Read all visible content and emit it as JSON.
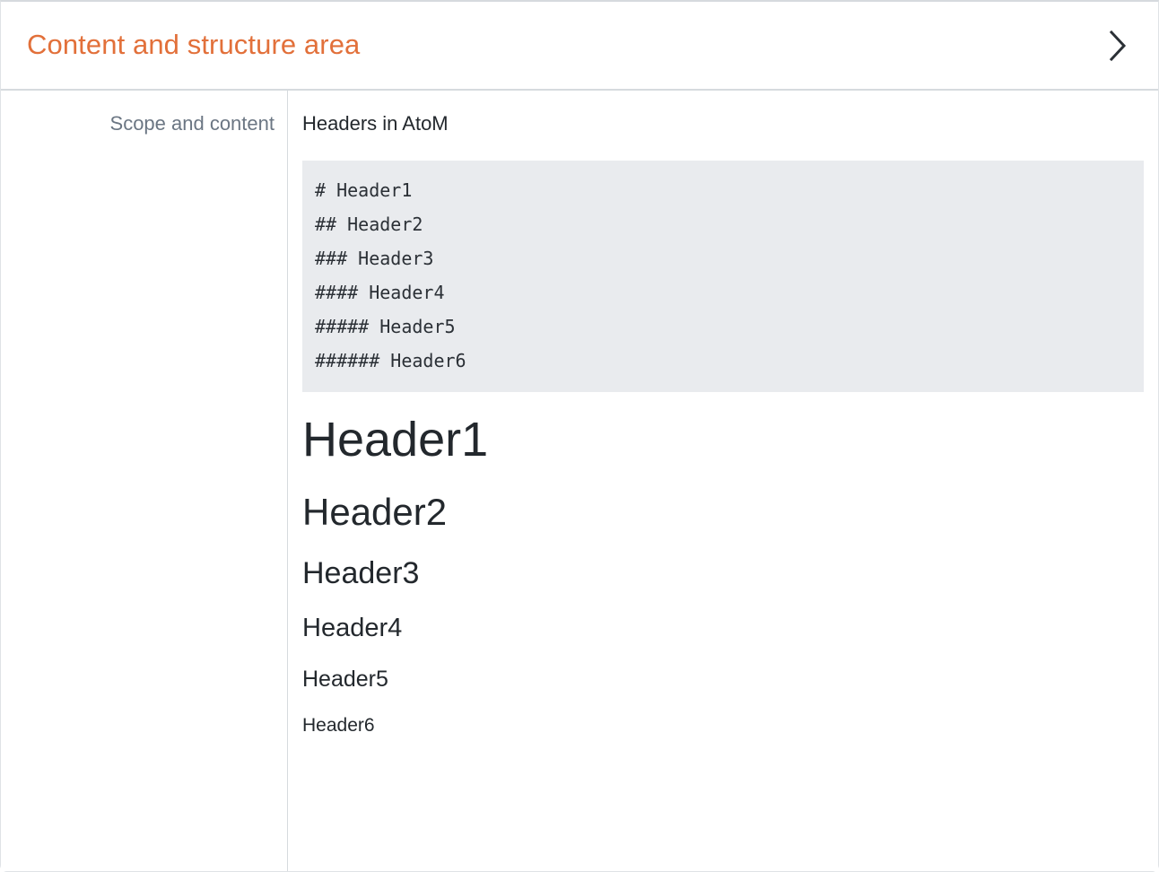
{
  "header": {
    "title": "Content and structure area",
    "toggle_icon": "chevron-right-icon",
    "title_color": "#e2703a"
  },
  "field": {
    "label": "Scope and content",
    "value_title": "Headers in AtoM"
  },
  "code_block": {
    "background_color": "#e9ebee",
    "language": "markdown",
    "lines": [
      "# Header1",
      "## Header2",
      "### Header3",
      "#### Header4",
      "##### Header5",
      "###### Header6"
    ]
  },
  "rendered_headings": [
    {
      "level": 1,
      "text": "Header1"
    },
    {
      "level": 2,
      "text": "Header2"
    },
    {
      "level": 3,
      "text": "Header3"
    },
    {
      "level": 4,
      "text": "Header4"
    },
    {
      "level": 5,
      "text": "Header5"
    },
    {
      "level": 6,
      "text": "Header6"
    }
  ]
}
